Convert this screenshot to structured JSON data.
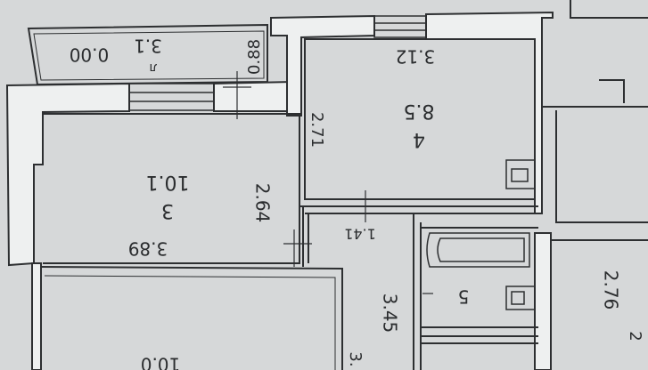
{
  "plan": {
    "balcony": {
      "area": "3.1",
      "number": "л",
      "extra": "0.00",
      "width": "0.88"
    },
    "room4": {
      "number": "4",
      "area": "8.5",
      "width": "3.12",
      "height": "2.71"
    },
    "room3": {
      "number": "3",
      "area": "10.1",
      "width": "3.89",
      "height": "2.64"
    },
    "corridor": {
      "width": "1.41"
    },
    "room5": {
      "number": "5",
      "length": "3.45"
    },
    "room2": {
      "number": "2",
      "width": "2.76"
    },
    "bottom": {
      "area": "10.0",
      "dim": "3."
    }
  },
  "colors": {
    "paper": "#d6d8d9",
    "line": "#2d2f31",
    "wall": "#eef0f0"
  }
}
